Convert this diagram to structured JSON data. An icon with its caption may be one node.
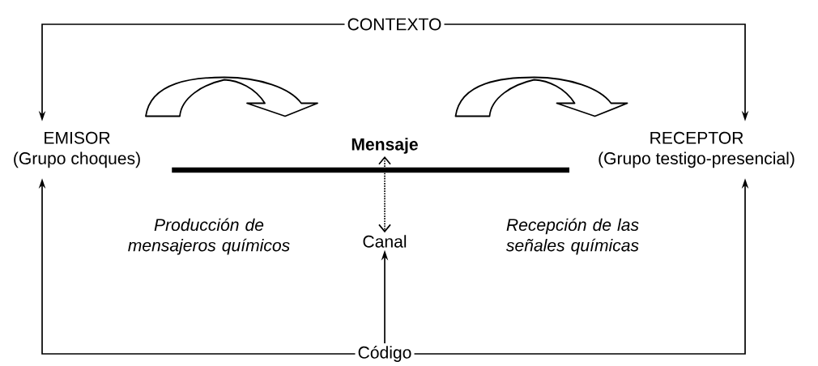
{
  "diagram": {
    "nodes": [
      {
        "text": [
          "CONTEXTO"
        ]
      },
      {
        "text": [
          "EMISOR",
          "(Grupo choques)"
        ]
      },
      {
        "text": [
          "Mensaje"
        ]
      },
      {
        "text": [
          "RECEPTOR",
          "(Grupo testigo-presencial)"
        ]
      },
      {
        "text": [
          "Canal"
        ]
      },
      {
        "text": [
          "Código"
        ]
      }
    ],
    "edges": [
      {
        "from": 0,
        "to": 1,
        "arrow": "to"
      },
      {
        "from": 0,
        "to": 3,
        "arrow": "to"
      },
      {
        "from": 1,
        "to": 2,
        "arrow": "to"
      },
      {
        "from": 2,
        "to": 3,
        "arrow": "to"
      },
      {
        "from": 1,
        "to": 3,
        "arrow": "none",
        "style": "thick"
      },
      {
        "from": 2,
        "to": 4,
        "arrow": "both",
        "style": "dashed"
      },
      {
        "from": 5,
        "to": 4,
        "arrow": "to"
      },
      {
        "from": 5,
        "to": 1,
        "arrow": "to"
      },
      {
        "from": 5,
        "to": 3,
        "arrow": "to"
      }
    ],
    "labels": [
      "Producción de mensajeros químicos",
      "Recepción de las señales químicas"
    ]
  }
}
